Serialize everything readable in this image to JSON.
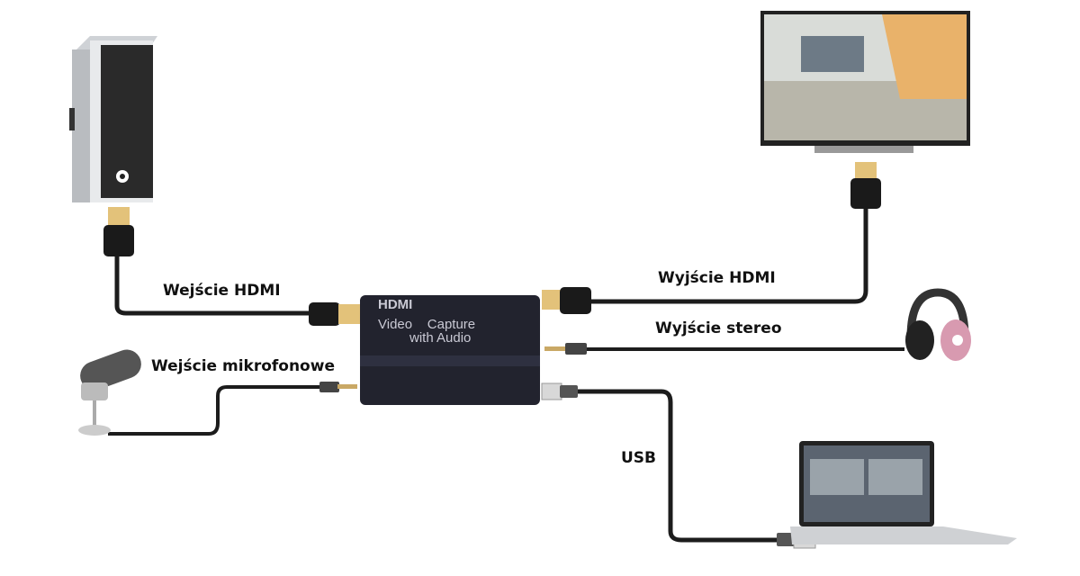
{
  "labels": {
    "hdmi_in": "Wejście HDMI",
    "hdmi_out": "Wyjście HDMI",
    "stereo_out": "Wyjście stereo",
    "mic_in": "Wejście mikrofonowe",
    "usb": "USB"
  },
  "device": {
    "logo": "HDMI",
    "line1": "Video    Capture",
    "line2": "with Audio"
  },
  "colors": {
    "cable": "#1a1a1a",
    "device": "#22232e",
    "plug_gold": "#e3c27a"
  }
}
